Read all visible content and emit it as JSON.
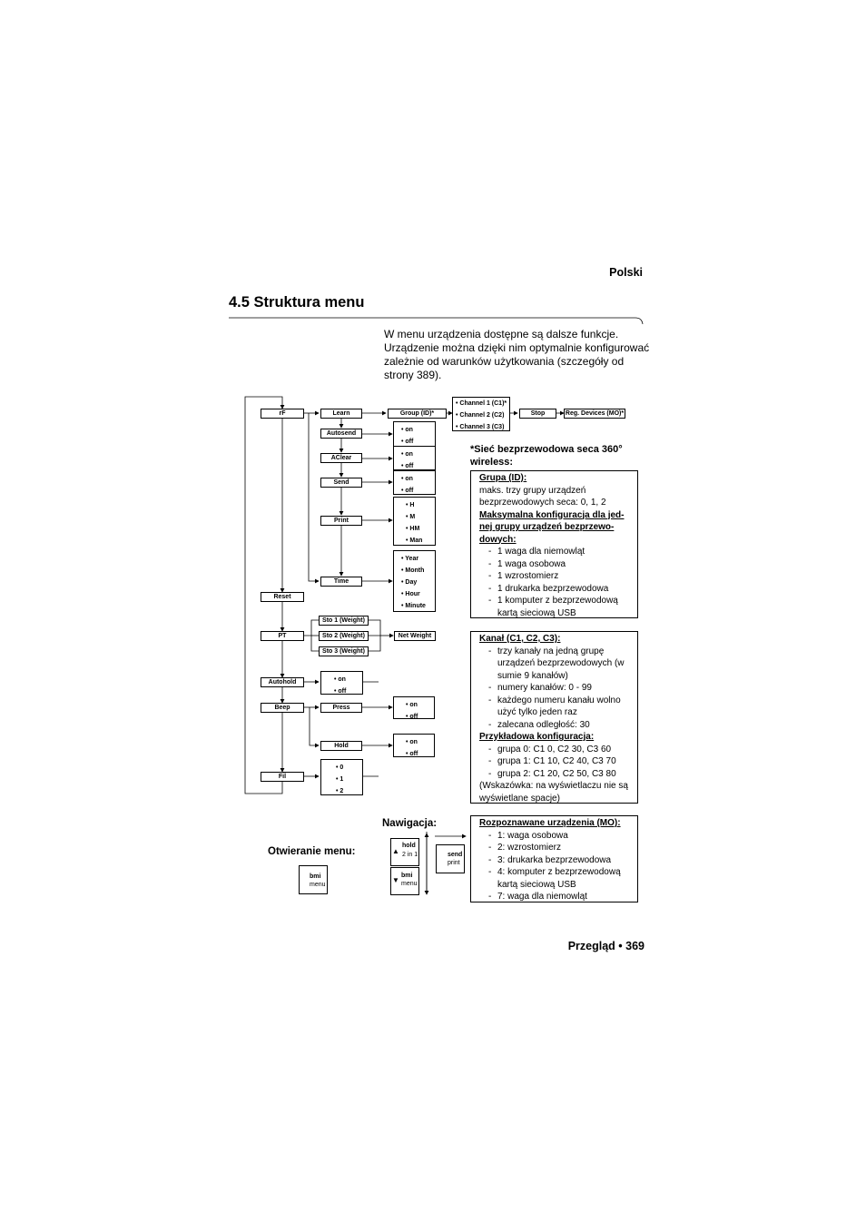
{
  "header": {
    "language": "Polski"
  },
  "section": {
    "title": "4.5  Struktura menu"
  },
  "intro": "W menu urządzenia dostępne są dalsze funkcje. Urządzenie można dzięki nim optymalnie konfigurować zależnie od warunków użytkowania (szczegóły od strony 389).",
  "menu": {
    "main": {
      "rf": "rF",
      "reset": "Reset",
      "pt": "PT",
      "autohold": "Autohold",
      "beep": "Beep",
      "fil": "Fil"
    },
    "rf_sub": {
      "learn": "Learn",
      "autosend": "Autosend",
      "aclear": "AClear",
      "send": "Send",
      "print": "Print",
      "time": "Time"
    },
    "learn_chain": {
      "group": "Group (ID)*",
      "channels": [
        "• Channel 1 (C1)*",
        "• Channel 2 (C2)",
        "• Channel 3 (C3)"
      ],
      "stop": "Stop",
      "reg_devices": "Reg. Devices (MO)*"
    },
    "onoff": [
      "• on",
      "• off"
    ],
    "print_opts": [
      "• H",
      "• M",
      "• HM",
      "• Man"
    ],
    "time_opts": [
      "• Year",
      "• Month",
      "• Day",
      "• Hour",
      "• Minute"
    ],
    "pt_sub": {
      "sto1": "Sto 1 (Weight)",
      "sto2": "Sto 2 (Weight)",
      "sto3": "Sto 3 (Weight)",
      "net": "Net Weight"
    },
    "beep_sub": {
      "press": "Press",
      "hold": "Hold"
    },
    "fil_opts": [
      "• 0",
      "• 1",
      "• 2"
    ]
  },
  "wireless_note": "*Sieć bezprzewodowa seca 360° wireless:",
  "panel_group": {
    "heading": "Grupa (ID):",
    "text": "maks. trzy grupy urządzeń bezprzewodowych seca: 0, 1, 2",
    "heading2": "Maksymalna konfiguracja dla jednej grupy urządzeń bezprzewodowych:",
    "heading2_lines": [
      "Maksymalna konfiguracja dla jed-",
      "nej grupy urządzeń bezprzewo-",
      "dowych:"
    ],
    "items": [
      "1 waga dla niemowląt",
      "1 waga osobowa",
      "1 wzrostomierz",
      "1 drukarka bezprzewodowa",
      "1 komputer z bezprzewodową kartą sieciową USB"
    ]
  },
  "panel_channel": {
    "heading": "Kanał (C1, C2, C3):",
    "items": [
      "trzy kanały na jedną grupę urządzeń bezprzewodowych (w sumie 9 kanałów)",
      "numery kanałów: 0 - 99",
      "każdego numeru kanału wolno użyć tylko jeden raz",
      "zalecana odległość: 30"
    ],
    "heading2": "Przykładowa konfiguracja:",
    "examples": [
      "grupa 0: C1 0, C2 30, C3 60",
      "grupa 1: C1 10, C2 40, C3 70",
      "grupa 2: C1 20, C2 50, C3 80"
    ],
    "hint": "(Wskazówka: na wyświetlaczu nie są wyświetlane spacje)"
  },
  "panel_devices": {
    "heading": "Rozpoznawane urządzenia (MO):",
    "items": [
      "1: waga osobowa",
      "2: wzrostomierz",
      "3: drukarka bezprzewodowa",
      "4: komputer z bezprzewodową kartą sieciową USB",
      "7: waga dla niemowląt"
    ]
  },
  "navigation": {
    "label": "Nawigacja:",
    "open_label": "Otwieranie menu:",
    "key_hold": {
      "top": "hold",
      "bottom": "2 in 1"
    },
    "key_bmi_nav": {
      "top": "bmi",
      "bottom": "menu"
    },
    "key_send": {
      "top": "send",
      "bottom": "print"
    },
    "key_bmi_open": {
      "top": "bmi",
      "bottom": "menu"
    },
    "arrow_up": "▲",
    "arrow_down": "▼"
  },
  "footer": "Przegląd • 369"
}
